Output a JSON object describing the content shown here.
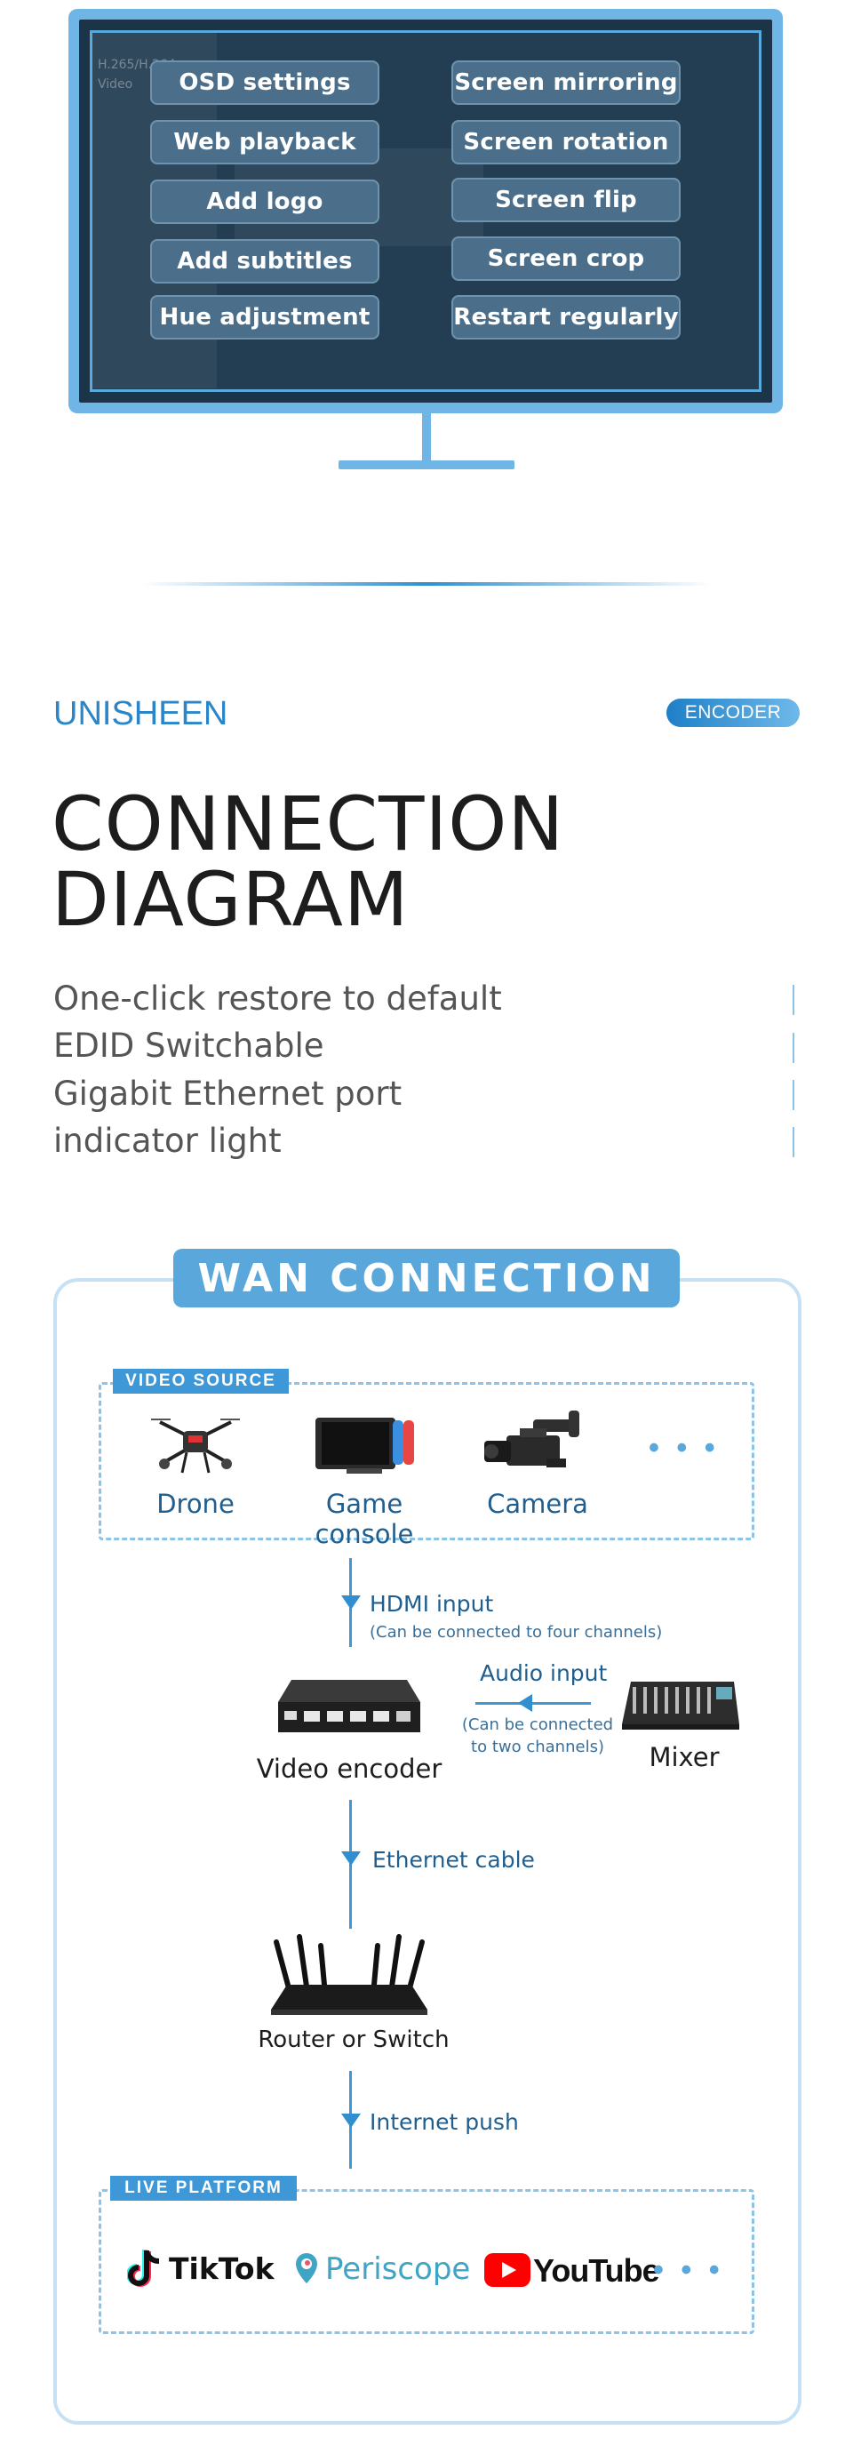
{
  "monitor": {
    "ghost_texts": [
      "H.265/H.264",
      "Video"
    ],
    "features_left": [
      "OSD settings",
      "Web playback",
      "Add logo",
      "Add subtitles",
      "Hue adjustment"
    ],
    "features_right": [
      "Screen mirroring",
      "Screen rotation",
      "Screen flip",
      "Screen crop",
      "Restart regularly"
    ]
  },
  "brand": {
    "logo": "UNISHEEN",
    "badge": "ENCODER"
  },
  "heading": {
    "line1": "CONNECTION",
    "line2": "DIAGRAM"
  },
  "features": [
    "One-click restore to default",
    "EDID Switchable",
    "Gigabit Ethernet port",
    "indicator light"
  ],
  "wan": {
    "title": "WAN CONNECTION",
    "video_source": {
      "tag": "VIDEO SOURCE",
      "items": [
        "Drone",
        "Game console",
        "Camera"
      ],
      "more": "• • •"
    },
    "hdmi": {
      "label": "HDMI input",
      "note": "(Can be connected to four channels)"
    },
    "encoder": {
      "label": "Video encoder"
    },
    "audio": {
      "label": "Audio input",
      "note_line1": "(Can be connected",
      "note_line2": "to two channels)"
    },
    "mixer": {
      "label": "Mixer"
    },
    "ethernet": {
      "label": "Ethernet cable"
    },
    "router": {
      "label": "Router or Switch"
    },
    "internet": {
      "label": "Internet push"
    },
    "live_platform": {
      "tag": "LIVE PLATFORM",
      "platforms": [
        "TikTok",
        "Periscope",
        "YouTube"
      ],
      "more": "• • •"
    }
  },
  "colors": {
    "accent": "#3e97d6",
    "light_accent": "#8cc3e8",
    "monitor": "#6fb6e6",
    "dark": "#1d1d1d"
  }
}
